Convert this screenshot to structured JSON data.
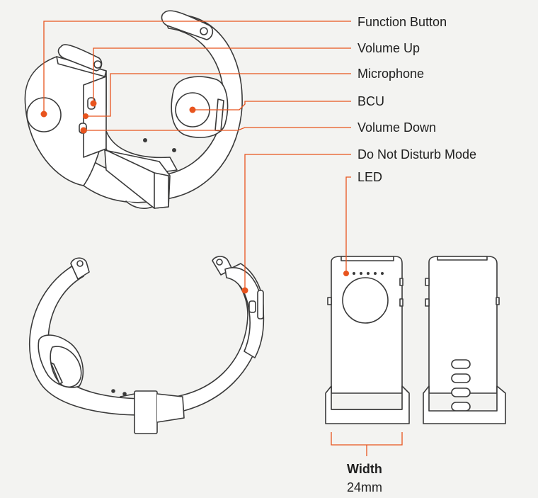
{
  "colors": {
    "accent": "#e8541e",
    "outline": "#3a3a3a",
    "background": "#f3f3f1"
  },
  "labels": {
    "function_button": "Function Button",
    "volume_up": "Volume Up",
    "microphone": "Microphone",
    "bcu": "BCU",
    "volume_down": "Volume Down",
    "do_not_disturb": "Do Not Disturb Mode",
    "led": "LED"
  },
  "dimension": {
    "title": "Width",
    "value": "24mm"
  }
}
